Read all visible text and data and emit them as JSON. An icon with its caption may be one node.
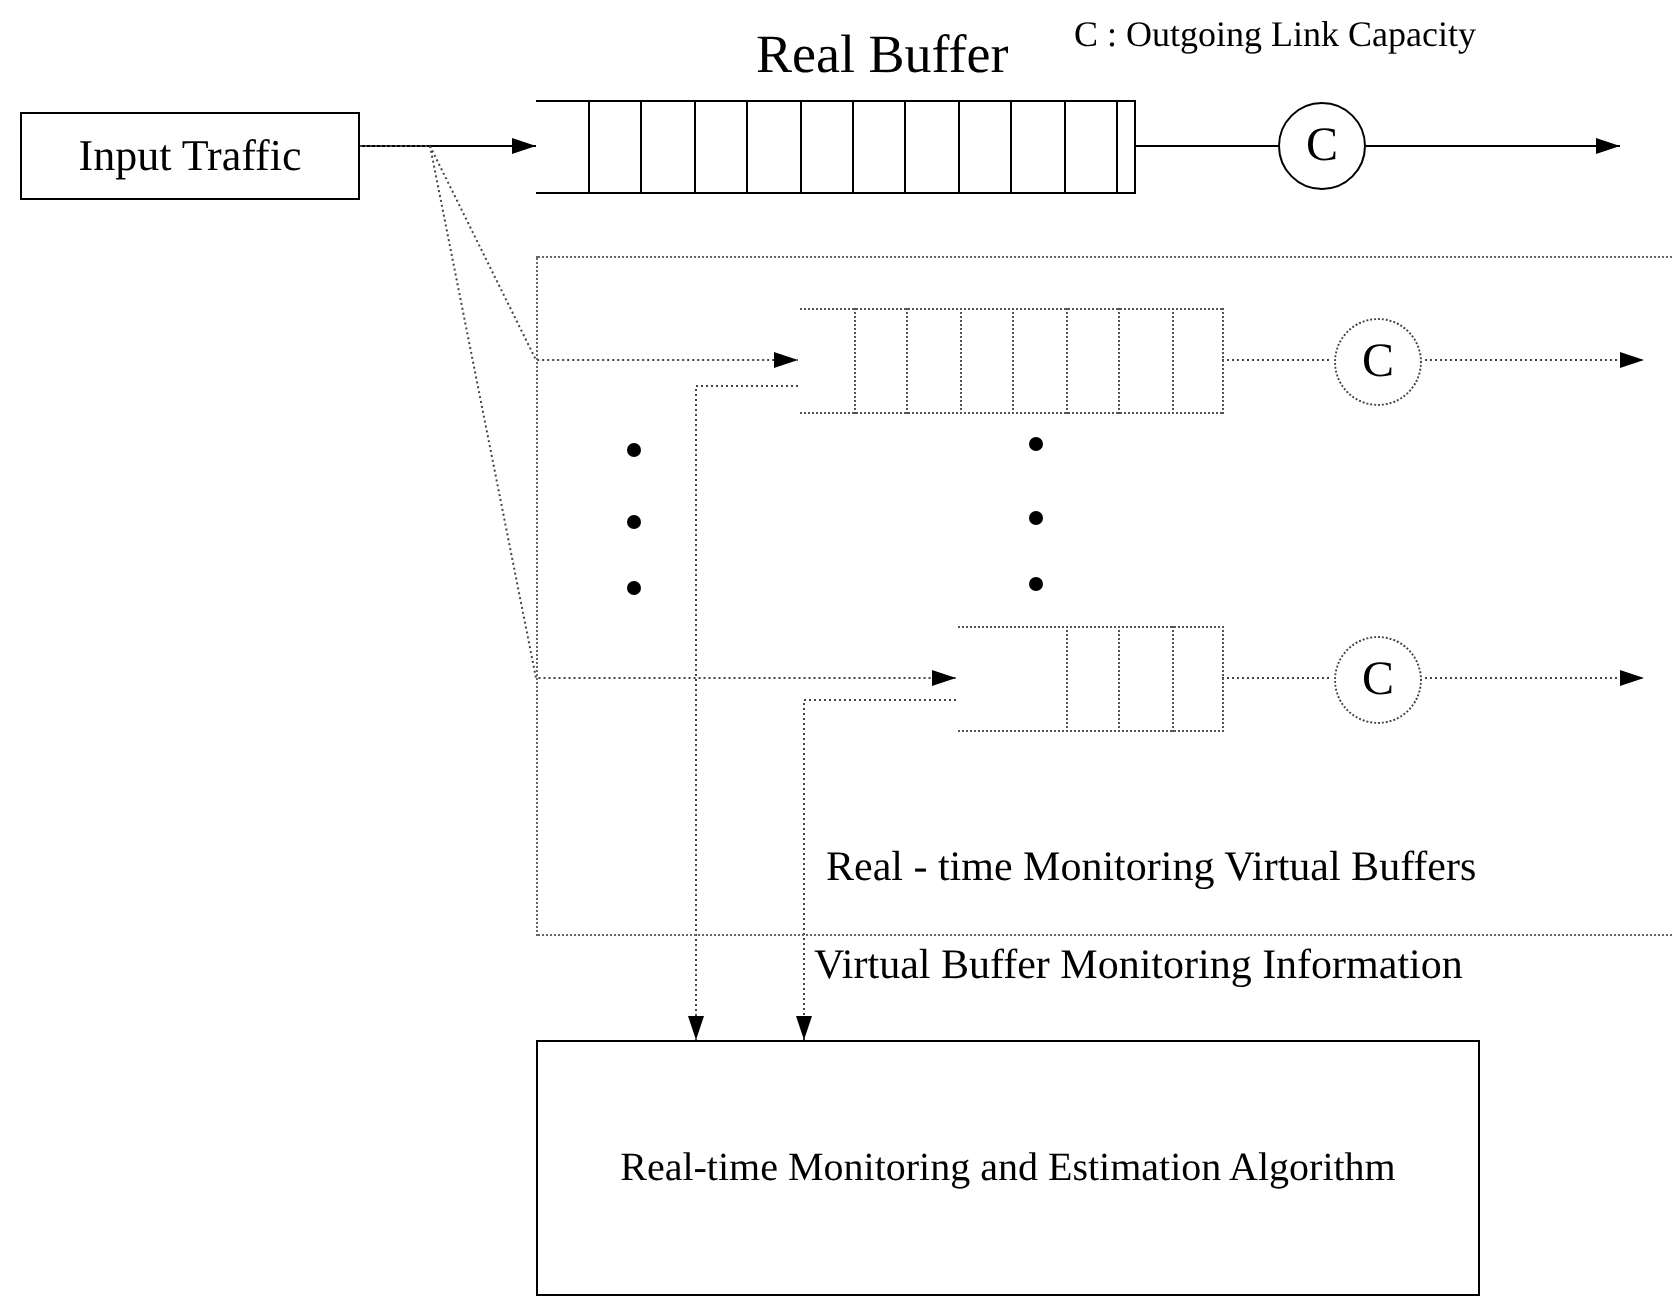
{
  "diagram": {
    "nodes": [
      {
        "text": [
          "Input Traffic"
        ]
      },
      {
        "text": [
          "Real Buffer"
        ]
      },
      {
        "text": [
          "C"
        ]
      },
      {
        "text": [
          "Real - time Monitoring Virtual Buffers"
        ]
      },
      {
        "text": [],
        "shape": "box",
        "in": 3
      },
      {
        "text": [
          "C"
        ],
        "in": 3
      },
      {
        "text": [],
        "shape": "box",
        "in": 3
      },
      {
        "text": [
          "C"
        ],
        "in": 3
      },
      {
        "text": [
          "Real-time Monitoring and Estimation Algorithm"
        ]
      }
    ],
    "edges": [
      {
        "from": 0,
        "to": 1,
        "arrow": "to"
      },
      {
        "from": 1,
        "to": 2,
        "arrow": "none"
      },
      {
        "from": 2,
        "to": null,
        "arrow": "to"
      },
      {
        "from": 0,
        "to": 4,
        "arrow": "to",
        "style": "dashed"
      },
      {
        "from": 0,
        "to": 6,
        "arrow": "to",
        "style": "dashed"
      },
      {
        "from": 4,
        "to": 5,
        "arrow": "none",
        "style": "dashed"
      },
      {
        "from": 5,
        "to": null,
        "arrow": "to",
        "style": "dashed"
      },
      {
        "from": 6,
        "to": 7,
        "arrow": "none",
        "style": "dashed"
      },
      {
        "from": 7,
        "to": null,
        "arrow": "to",
        "style": "dashed"
      },
      {
        "from": 4,
        "to": 8,
        "arrow": "to",
        "style": "dashed"
      },
      {
        "from": 6,
        "to": 8,
        "arrow": "to",
        "style": "dashed",
        "label": "Virtual Buffer Monitoring Information"
      }
    ],
    "labels": [
      "C : Outgoing Link Capacity"
    ]
  }
}
